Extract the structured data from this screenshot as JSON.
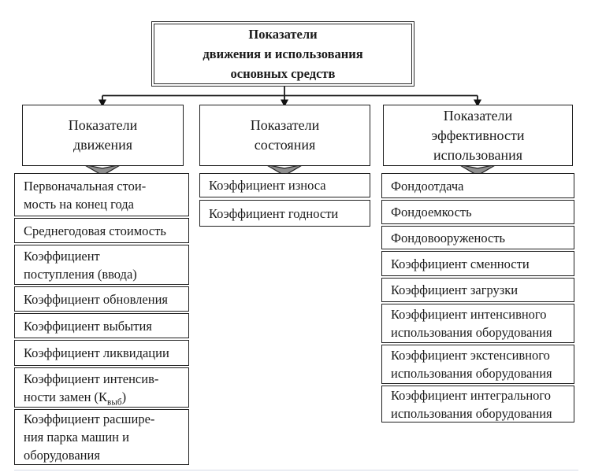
{
  "title": {
    "text": "Показатели\nдвижения и использования\nосновных средств"
  },
  "columns": [
    {
      "header": "Показатели\nдвижения",
      "items": [
        {
          "text": "Первоначальная стои-\nмость на конец года"
        },
        {
          "text": "Среднегодовая стоимость"
        },
        {
          "text": "Коэффициент\nпоступления (ввода)"
        },
        {
          "text": "Коэффициент обновления"
        },
        {
          "text": "Коэффициент выбытия"
        },
        {
          "text": "Коэффициент ликвидации"
        },
        {
          "pre": "Коэффициент интенсив-\nности замен (К",
          "sub": "выб",
          "post": ")"
        },
        {
          "text": "Коэффициент расшире-\nния парка машин и\nоборудования"
        }
      ]
    },
    {
      "header": "Показатели\nсостояния",
      "items": [
        {
          "text": "Коэффициент износа"
        },
        {
          "text": "Коэффициент годности"
        }
      ]
    },
    {
      "header": "Показатели\nэффективности\nиспользования",
      "items": [
        {
          "text": "Фондоотдача"
        },
        {
          "text": "Фондоемкость"
        },
        {
          "text": "Фондовооруженость"
        },
        {
          "text": "Коэффициент сменности"
        },
        {
          "text": "Коэффициент загрузки"
        },
        {
          "text": "Коэффициент интенсивного\nиспользования оборудования"
        },
        {
          "text": "Коэффициент экстенсивного\nиспользования оборудования"
        },
        {
          "text": "Коэффициент интегрального\nиспользования оборудования"
        }
      ]
    }
  ],
  "colors": {
    "box_border": "#1f1f1f",
    "connector_line": "#1a1a1a",
    "block_arrow_fill": "#8f8f8f",
    "background": "#ffffff",
    "bottom_faint_line": "#d4dbe6"
  }
}
